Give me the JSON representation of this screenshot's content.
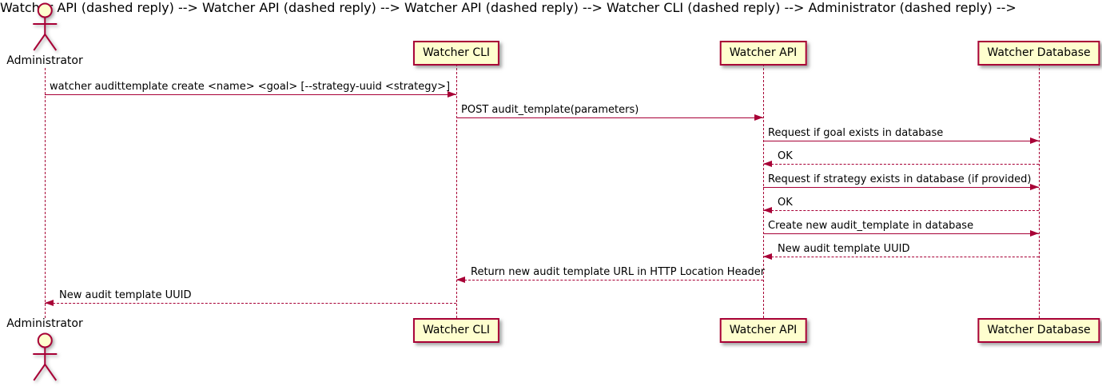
{
  "diagram": {
    "type": "uml-sequence-diagram",
    "colors": {
      "accent": "#A80036",
      "fill": "#FEFECE",
      "text": "#000000"
    },
    "actor": {
      "name": "Administrator"
    },
    "participants": [
      {
        "label": "Watcher CLI"
      },
      {
        "label": "Watcher API"
      },
      {
        "label": "Watcher Database"
      }
    ],
    "messages": [
      {
        "from": "Administrator",
        "to": "Watcher CLI",
        "style": "solid",
        "text": "watcher audittemplate create <name> <goal> [--strategy-uuid <strategy>]"
      },
      {
        "from": "Watcher CLI",
        "to": "Watcher API",
        "style": "solid",
        "text": "POST audit_template(parameters)"
      },
      {
        "from": "Watcher API",
        "to": "Watcher Database",
        "style": "solid",
        "text": "Request if goal exists in database"
      },
      {
        "from": "Watcher Database",
        "to": "Watcher API",
        "style": "dashed",
        "text": "OK"
      },
      {
        "from": "Watcher API",
        "to": "Watcher Database",
        "style": "solid",
        "text": "Request if strategy exists in database (if provided)"
      },
      {
        "from": "Watcher Database",
        "to": "Watcher API",
        "style": "dashed",
        "text": "OK"
      },
      {
        "from": "Watcher API",
        "to": "Watcher Database",
        "style": "solid",
        "text": "Create new audit_template in database"
      },
      {
        "from": "Watcher Database",
        "to": "Watcher API",
        "style": "dashed",
        "text": "New audit template UUID"
      },
      {
        "from": "Watcher API",
        "to": "Watcher CLI",
        "style": "dashed",
        "text": "Return new audit template URL in HTTP Location Header"
      },
      {
        "from": "Watcher CLI",
        "to": "Administrator",
        "style": "dashed",
        "text": "New audit template UUID"
      }
    ]
  }
}
